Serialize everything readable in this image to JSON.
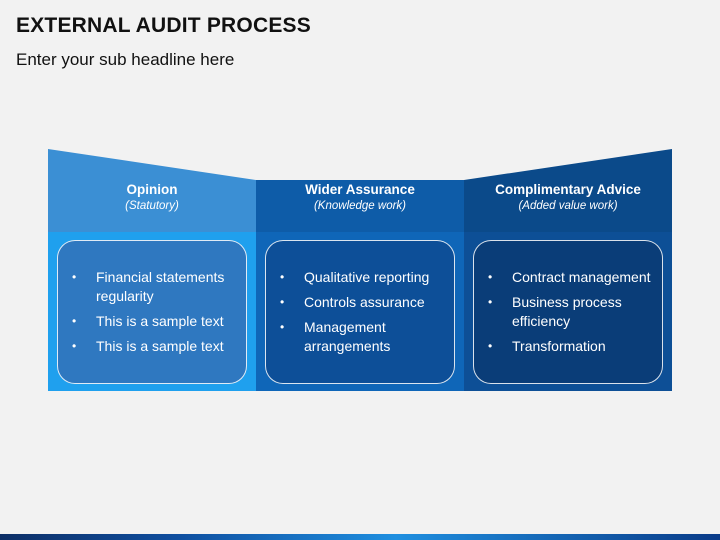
{
  "header": {
    "title": "EXTERNAL AUDIT PROCESS",
    "subtitle": "Enter your sub headline here"
  },
  "colors": {
    "panel_light": "#3b8fd4",
    "panel_mid": "#0e5ca8",
    "panel_dark": "#0b4a8a",
    "card_light": "#2f78c0",
    "card_mid": "#0d4f98",
    "card_dark": "#0a3d78",
    "band_light": "#1fa0ee",
    "band_mid": "#0f66b8",
    "band_dark": "#0d4f96"
  },
  "columns": [
    {
      "title": "Opinion",
      "subtitle": "(Statutory)",
      "items": [
        "Financial statements regularity",
        "This is a sample text",
        "This is a sample text"
      ]
    },
    {
      "title": "Wider Assurance",
      "subtitle": "(Knowledge work)",
      "items": [
        "Qualitative reporting",
        "Controls assurance",
        "Management arrangements"
      ]
    },
    {
      "title": "Complimentary Advice",
      "subtitle": "(Added value work)",
      "items": [
        "Contract management",
        "Business process efficiency",
        "Transformation"
      ]
    }
  ],
  "bullet_glyph": "•"
}
